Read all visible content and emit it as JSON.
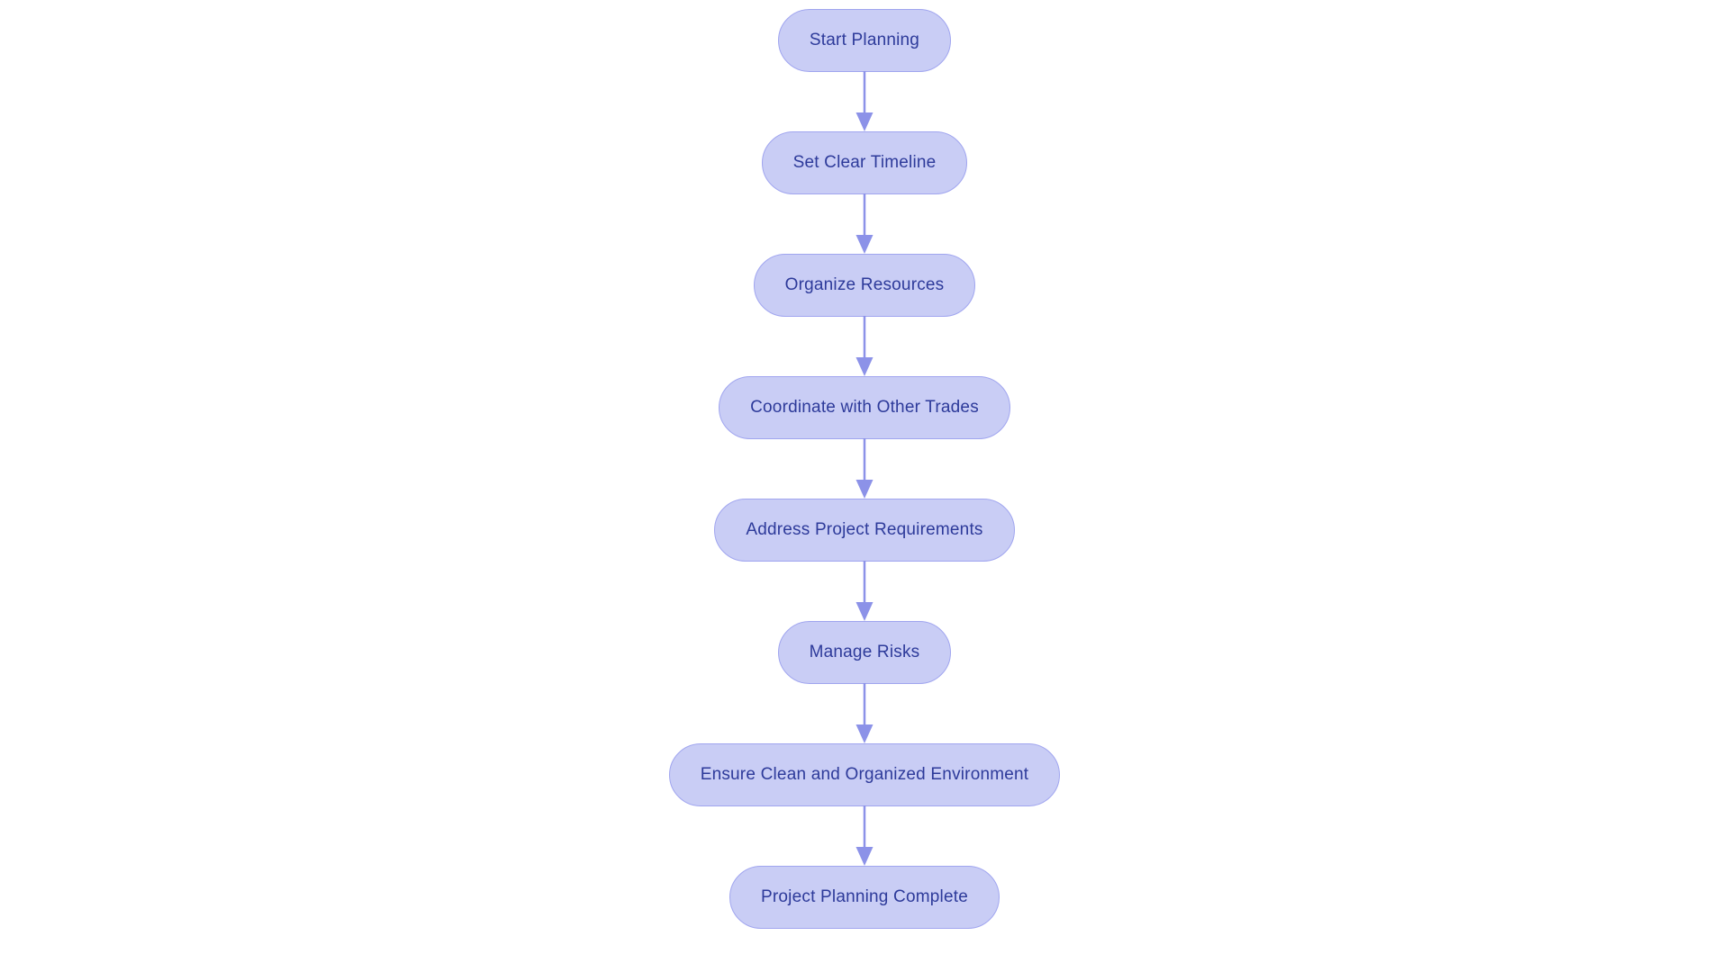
{
  "diagram": {
    "type": "flowchart",
    "direction": "top-down",
    "background_color": "#ffffff",
    "node_fill_color": "#c9cdf5",
    "node_border_color": "#a0a5ef",
    "node_text_color": "#2d3a9a",
    "arrow_color": "#8c92e8",
    "nodes": [
      {
        "id": "start-planning",
        "label": "Start Planning"
      },
      {
        "id": "set-clear-timeline",
        "label": "Set Clear Timeline"
      },
      {
        "id": "organize-resources",
        "label": "Organize Resources"
      },
      {
        "id": "coordinate-with-other-trades",
        "label": "Coordinate with Other Trades"
      },
      {
        "id": "address-project-requirements",
        "label": "Address Project Requirements"
      },
      {
        "id": "manage-risks",
        "label": "Manage Risks"
      },
      {
        "id": "ensure-clean-and-organized-environment",
        "label": "Ensure Clean and Organized Environment"
      },
      {
        "id": "project-planning-complete",
        "label": "Project Planning Complete"
      }
    ],
    "edges": [
      {
        "from": "start-planning",
        "to": "set-clear-timeline"
      },
      {
        "from": "set-clear-timeline",
        "to": "organize-resources"
      },
      {
        "from": "organize-resources",
        "to": "coordinate-with-other-trades"
      },
      {
        "from": "coordinate-with-other-trades",
        "to": "address-project-requirements"
      },
      {
        "from": "address-project-requirements",
        "to": "manage-risks"
      },
      {
        "from": "manage-risks",
        "to": "ensure-clean-and-organized-environment"
      },
      {
        "from": "ensure-clean-and-organized-environment",
        "to": "project-planning-complete"
      }
    ]
  }
}
